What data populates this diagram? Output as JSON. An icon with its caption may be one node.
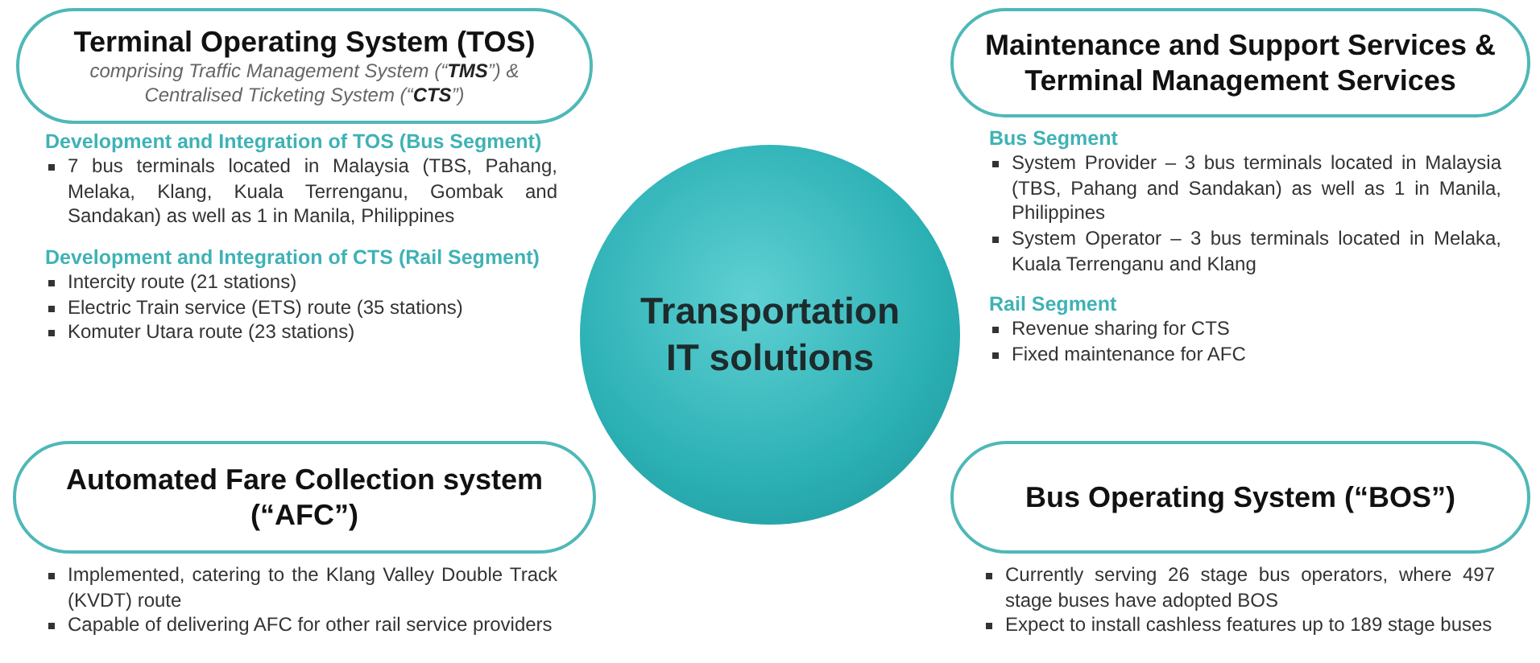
{
  "diagram": {
    "nodes": [
      {
        "text": [
          "Transportation IT solutions"
        ]
      },
      {
        "text": [
          "Terminal Operating System (TOS)",
          "comprising Traffic Management System (“**TMS**”) & Centralised Ticketing System (“**CTS**”)"
        ],
        "beside": [
          "Development and Integration of TOS (Bus Segment)",
          "7 bus terminals located in Malaysia (TBS, Pahang, Melaka, Klang, Kuala Terrenganu, Gombak and Sandakan) as well as 1 in Manila, Philippines",
          "Development and Integration of CTS (Rail Segment)",
          "Intercity route (21 stations)",
          "Electric Train service (ETS) route (35 stations)",
          "Komuter Utara route (23 stations)"
        ]
      },
      {
        "text": [
          "Maintenance and Support Services & Terminal Management Services"
        ],
        "beside": [
          "Bus Segment",
          "System Provider – 3 bus terminals located in Malaysia (TBS, Pahang and Sandakan) as well as 1 in Manila, Philippines",
          "System Operator – 3 bus terminals located in Melaka, Kuala Terrenganu and Klang",
          "Rail Segment",
          "Revenue sharing for CTS",
          "Fixed maintenance for AFC"
        ]
      },
      {
        "text": [
          "Automated Fare Collection system (“AFC”)"
        ],
        "beside": [
          "Implemented, catering to the Klang Valley Double Track (KVDT) route",
          "Capable of delivering AFC for other rail service providers"
        ]
      },
      {
        "text": [
          "Bus Operating System (“BOS”)"
        ],
        "beside": [
          "Currently serving 26 stage bus operators, where 497 stage buses have adopted BOS",
          "Expect to install cashless features up to 189 stage buses"
        ]
      }
    ]
  }
}
